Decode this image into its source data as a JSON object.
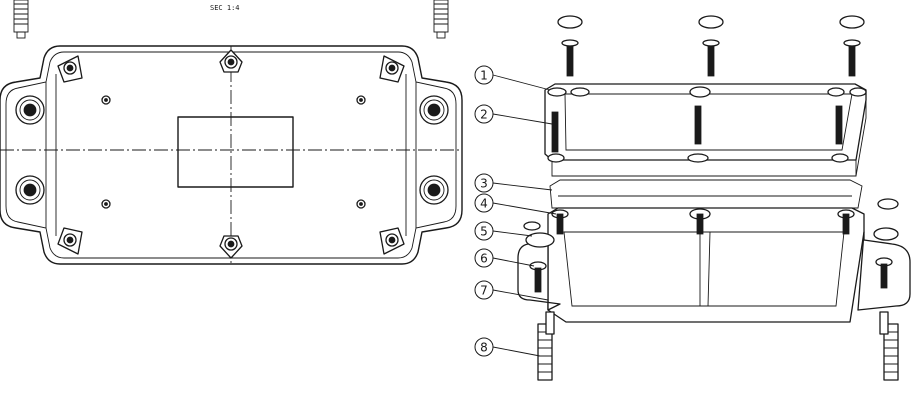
{
  "header": {
    "scale_label": "SEC 1:4"
  },
  "callouts": [
    {
      "number": "1"
    },
    {
      "number": "2"
    },
    {
      "number": "3"
    },
    {
      "number": "4"
    },
    {
      "number": "5"
    },
    {
      "number": "6"
    },
    {
      "number": "7"
    },
    {
      "number": "8"
    }
  ],
  "colors": {
    "line": "#1a1a1a",
    "background": "#ffffff"
  }
}
